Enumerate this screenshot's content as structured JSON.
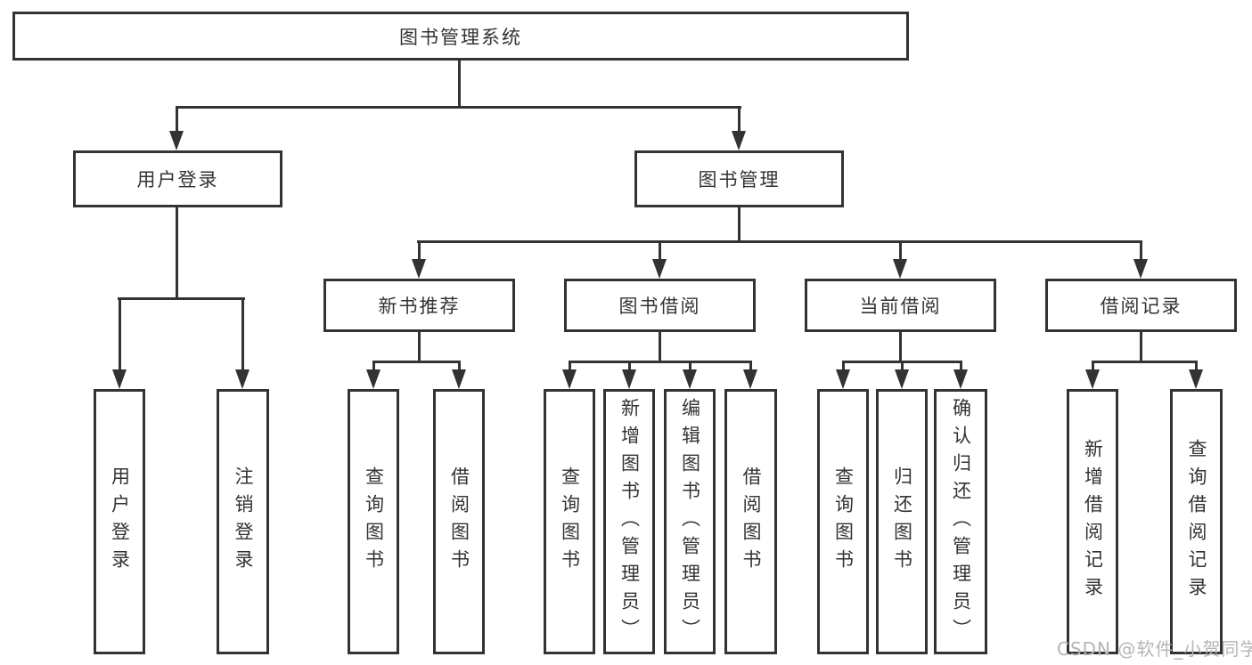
{
  "root": {
    "label": "图书管理系统"
  },
  "branches": [
    {
      "label": "用户登录"
    },
    {
      "label": "图书管理"
    }
  ],
  "modules": [
    {
      "label": "新书推荐"
    },
    {
      "label": "图书借阅"
    },
    {
      "label": "当前借阅"
    },
    {
      "label": "借阅记录"
    }
  ],
  "leaves": [
    {
      "label": "用户登录"
    },
    {
      "label": "注销登录"
    },
    {
      "label": "查询图书"
    },
    {
      "label": "借阅图书"
    },
    {
      "label": "查询图书"
    },
    {
      "label": "新增图书（管理员）"
    },
    {
      "label": "编辑图书（管理员）"
    },
    {
      "label": "借阅图书"
    },
    {
      "label": "查询图书"
    },
    {
      "label": "归还图书"
    },
    {
      "label": "确认归还（管理员）"
    },
    {
      "label": "新增借阅记录"
    },
    {
      "label": "查询借阅记录"
    }
  ],
  "watermark": {
    "text": "CSDN @软件_小贺同学"
  },
  "colors": {
    "line": "#333333",
    "text": "#333333",
    "watermark": "#b5b5b5",
    "background": "#ffffff"
  }
}
